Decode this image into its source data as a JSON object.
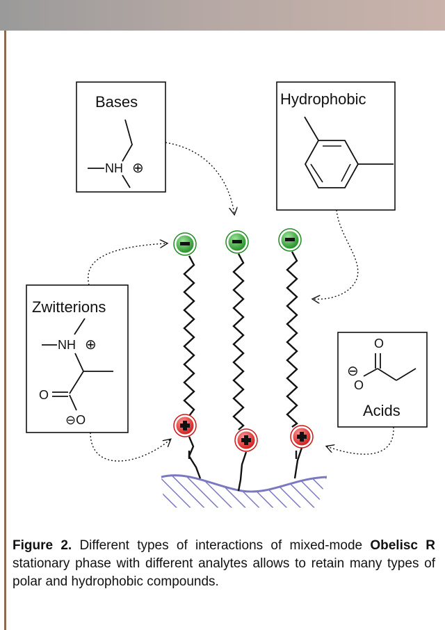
{
  "boxes": {
    "bases": {
      "label": "Bases",
      "nh": "NH",
      "plus": "⊕"
    },
    "hydrophobic": {
      "label": "Hydrophobic"
    },
    "zwitterions": {
      "label": "Zwitterions",
      "nh": "NH",
      "plus": "⊕",
      "o": "O",
      "o_minus": "⊖O"
    },
    "acids": {
      "label": "Acids",
      "o_top": "O",
      "o_minus": "⊖",
      "o_bottom": "O"
    }
  },
  "colors": {
    "negative_fill": "#2e9e2e",
    "positive_fill": "#e02020",
    "surface": "#7b78c2",
    "header_band": "#b5a8a4",
    "left_rule": "#8a6b4f"
  },
  "caption": {
    "figure_label": "Figure 2.",
    "text_1": " Different types of interactions of mixed-mode ",
    "product": "Obelisc R",
    "text_2": " stationary phase with different analytes allows to retain many types of polar and hydrophobic compounds."
  }
}
